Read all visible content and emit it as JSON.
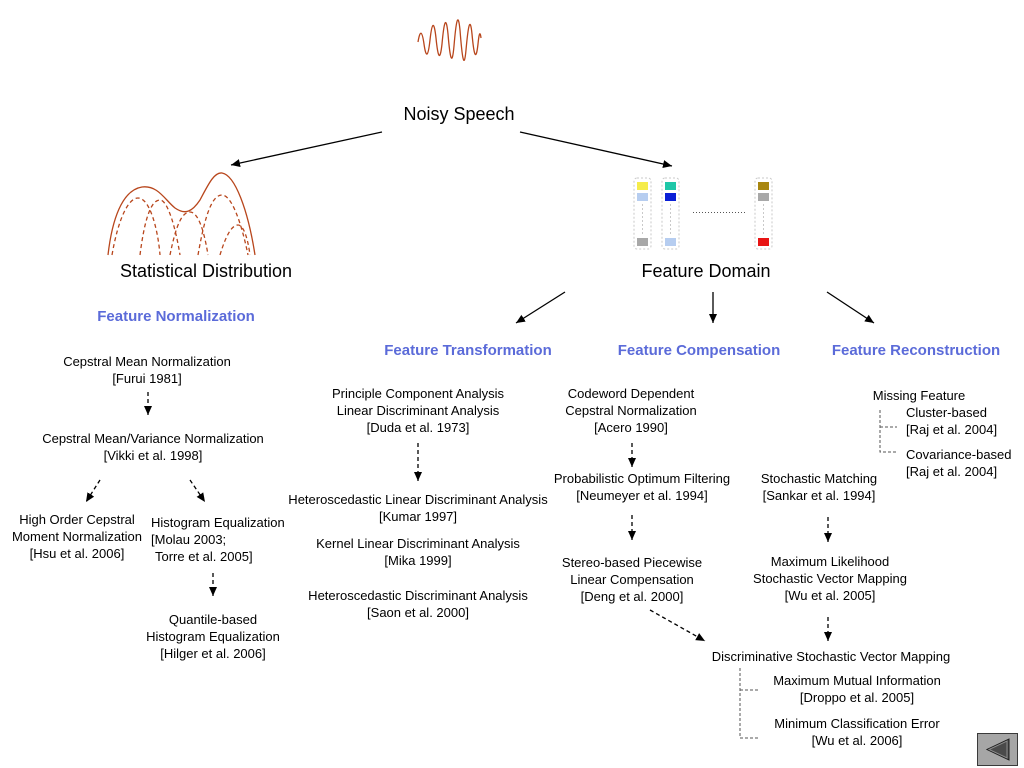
{
  "root": {
    "label": "Noisy Speech"
  },
  "branches": {
    "statistical": "Statistical Distribution",
    "feature_domain": "Feature Domain"
  },
  "normalization": {
    "heading": "Feature Normalization",
    "cmn": [
      "Cepstral Mean Normalization",
      "[Furui 1981]"
    ],
    "cmvn": [
      "Cepstral Mean/Variance Normalization",
      "[Vikki et al. 1998]"
    ],
    "hoc": [
      "High Order Cepstral",
      "Moment Normalization",
      "[Hsu et al. 2006]"
    ],
    "histeq": [
      "Histogram Equalization",
      "[Molau 2003;",
      "Torre et al. 2005]"
    ],
    "quantile": [
      "Quantile-based",
      "Histogram Equalization",
      "[Hilger et al. 2006]"
    ]
  },
  "transformation": {
    "heading": "Feature Transformation",
    "pca_lda": [
      "Principle Component Analysis",
      "Linear Discriminant Analysis",
      "[Duda et al. 1973]"
    ],
    "hlda": [
      "Heteroscedastic Linear Discriminant Analysis",
      "[Kumar 1997]"
    ],
    "klda": [
      "Kernel Linear Discriminant Analysis",
      "[Mika 1999]"
    ],
    "hda": [
      "Heteroscedastic Discriminant Analysis",
      "[Saon et al. 2000]"
    ]
  },
  "compensation": {
    "heading": "Feature Compensation",
    "cdcn": [
      "Codeword Dependent",
      "Cepstral Normalization",
      "[Acero 1990]"
    ],
    "pof": [
      "Probabilistic Optimum Filtering",
      "[Neumeyer et al. 1994]"
    ],
    "spilc": [
      "Stereo-based Piecewise",
      "Linear Compensation",
      "[Deng et al. 2000]"
    ],
    "sm": [
      "Stochastic Matching",
      "[Sankar et al. 1994]"
    ],
    "mlsvm": [
      "Maximum Likelihood",
      "Stochastic Vector Mapping",
      "[Wu et al. 2005]"
    ],
    "dsvm": [
      "Discriminative Stochastic Vector Mapping"
    ],
    "mmi": [
      "Maximum Mutual Information",
      "[Droppo et al. 2005]"
    ],
    "mce": [
      "Minimum Classification Error",
      "[Wu et al. 2006]"
    ]
  },
  "reconstruction": {
    "heading": "Feature Reconstruction",
    "missing": [
      "Missing Feature"
    ],
    "cluster": [
      "Cluster-based",
      "[Raj et al. 2004]"
    ],
    "covariance": [
      "Covariance-based",
      "[Raj et al. 2004]"
    ]
  },
  "icons": {
    "waveform": "noisy-speech-waveform-icon",
    "distribution": "distribution-curves-icon",
    "feature_domain": "feature-vector-columns-icon",
    "nav_back": "previous-slide-icon"
  },
  "colors": {
    "heading": "#5b6bd9",
    "curve": "#b8461c",
    "arrow": "#000000",
    "square_yellow": "#f5ec4a",
    "square_lightblue": "#b6cdf0",
    "square_gray": "#a8a8a8",
    "square_teal": "#1fc7a8",
    "square_blue": "#0a1fd6",
    "square_olive": "#a8860f",
    "square_red": "#e81414",
    "nav_button": "#a6a6a6"
  }
}
